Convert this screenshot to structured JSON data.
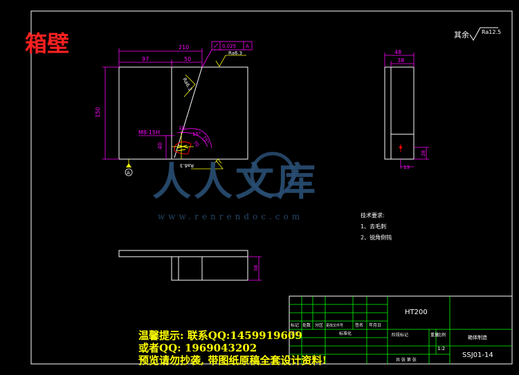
{
  "drawing": {
    "part_name": "箱壁",
    "surface_note_prefix": "其余",
    "surface_note_value": "Ra12.5",
    "tech_req_title": "技术要求:",
    "tech_req_items": [
      "1、去毛刺",
      "2、锐角倒钝"
    ]
  },
  "front_view": {
    "dims": {
      "overall_width": "210",
      "left_width": "97",
      "mid_width": "50",
      "height": "150",
      "bottom_height": "40",
      "small_dim": "10",
      "angle_a": "15°",
      "angle_b": "75°",
      "length_label": "70"
    },
    "thread_callout": "M8-15H",
    "tolerance_value": "0.025",
    "tolerance_datum": "A",
    "roughness_top": "Ra6.3",
    "roughness_slant": "Ra6.3",
    "roughness_bottom": "Ra6.3",
    "datum_label": "A"
  },
  "side_view": {
    "dims": {
      "outer_width": "48",
      "inner_width": "38",
      "hole_height": "28",
      "hole_offset": "13"
    }
  },
  "bottom_view": {
    "dims": {
      "height": "38"
    }
  },
  "title_block": {
    "material": "HT200",
    "company": "箱体制造",
    "drawing_number": "SSJ01-14",
    "scale": "1:2",
    "sheet_info": "共 张 第 张",
    "header_labels": [
      "标记",
      "处数",
      "分区",
      "更改文件号",
      "签名",
      "年月日"
    ],
    "role_label": "标准化",
    "stage_label": "阶段标记",
    "weight_label": "重量",
    "scale_label": "比例",
    "design_label": "设计"
  },
  "watermark": {
    "line1": "温馨提示: 联系QQ:1459919609",
    "line2": "或者QQ: 1969043202",
    "line3": "预览请勿抄袭, 带图纸原稿全套设计资料!",
    "logo_text": "人人文库",
    "logo_url": "www.renrendoc.com"
  },
  "colors": {
    "background": "#000000",
    "outline": "#ffffff",
    "dimension": "#ff00ff",
    "grid": "#00ff00",
    "watermark": "#ffff00",
    "title_red": "#ff2020",
    "logo": "#2a4f74"
  }
}
